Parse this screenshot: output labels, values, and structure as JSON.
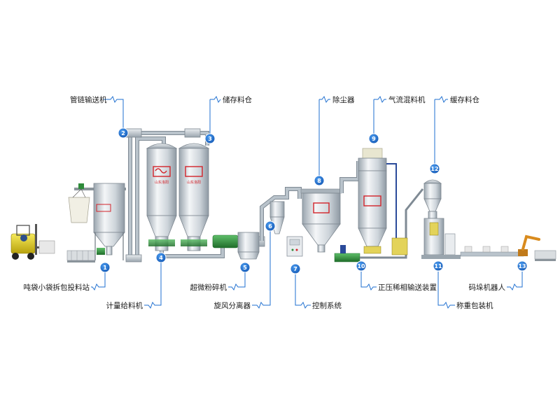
{
  "colors": {
    "accent": "#1e6fd0",
    "label_text": "#1a1a1a",
    "logo_red": "#d3232a",
    "steel": "#c9d1d8",
    "motor_green": "#2e8b3a",
    "forklift_yellow": "#e8d31a"
  },
  "logo_text": "山东洛阳",
  "components": [
    {
      "number": "1",
      "label": "吨袋小袋拆包投料站"
    },
    {
      "number": "2",
      "label": "管链输送机"
    },
    {
      "number": "3",
      "label": "储存料仓"
    },
    {
      "number": "4",
      "label": "计量给料机"
    },
    {
      "number": "5",
      "label": "超微粉碎机"
    },
    {
      "number": "6",
      "label": "旋风分离器"
    },
    {
      "number": "7",
      "label": "控制系统"
    },
    {
      "number": "8",
      "label": "除尘器"
    },
    {
      "number": "9",
      "label": "气流混料机"
    },
    {
      "number": "10",
      "label": "正压稀相输送装置"
    },
    {
      "number": "11",
      "label": "称重包装机"
    },
    {
      "number": "12",
      "label": "缓存料仓"
    },
    {
      "number": "13",
      "label": "码垛机器人"
    }
  ]
}
